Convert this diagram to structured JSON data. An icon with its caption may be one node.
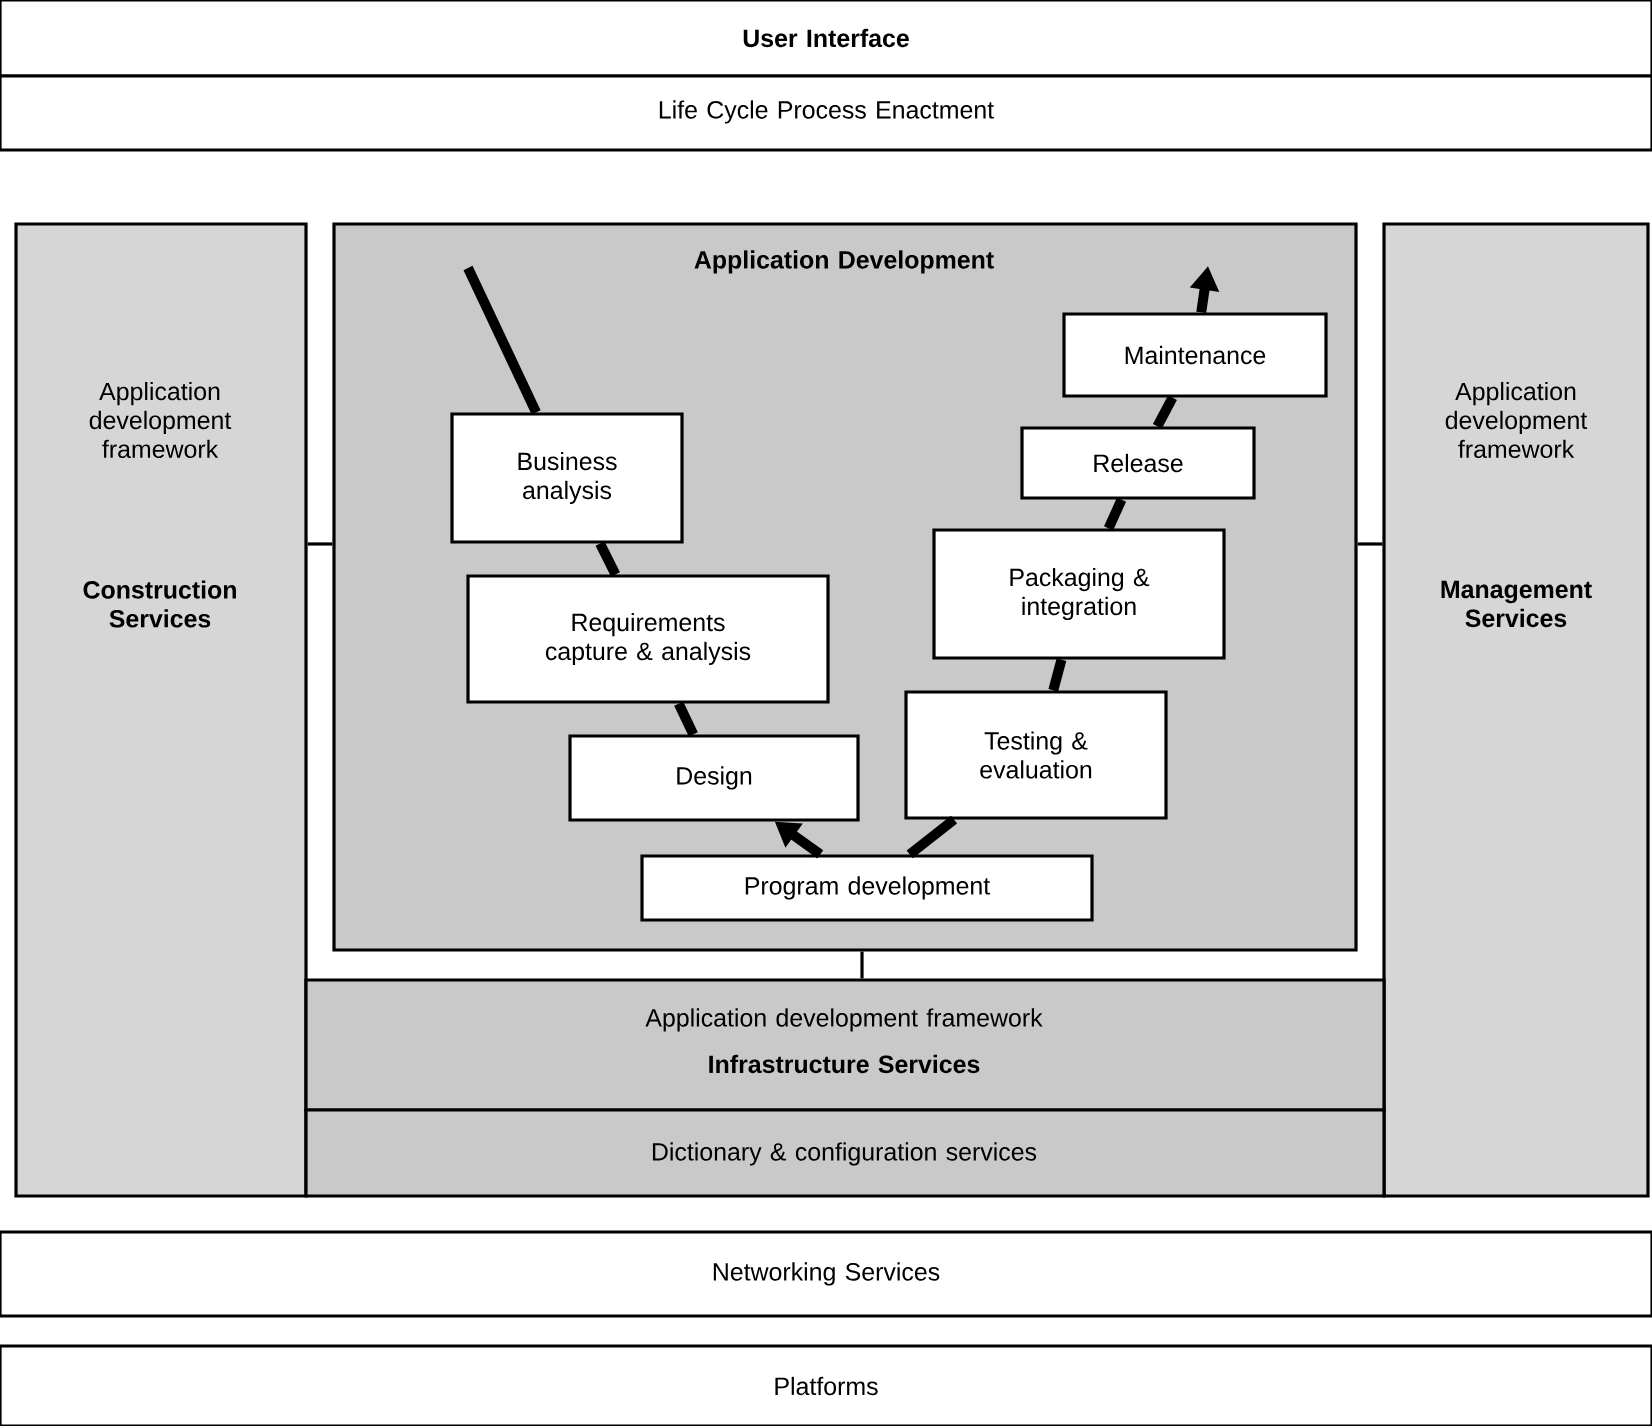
{
  "diagram": {
    "nodes": [
      {
        "text": [
          "User Interface"
        ]
      },
      {
        "text": [
          "Life Cycle Process Enactment"
        ]
      },
      {
        "text": [
          "Application development framework",
          "Construction Services"
        ]
      },
      {
        "text": [
          "Application Development"
        ]
      },
      {
        "text": [
          "Application development framework",
          "Management Services"
        ]
      },
      {
        "text": [
          "Application development framework",
          "Infrastructure Services"
        ]
      },
      {
        "text": [
          "Dictionary & configuration services"
        ]
      },
      {
        "text": [
          "Networking Services"
        ]
      },
      {
        "text": [
          "Platforms"
        ]
      },
      {
        "text": [
          "Business analysis"
        ],
        "in": 3
      },
      {
        "text": [
          "Requirements capture & analysis"
        ],
        "in": 3
      },
      {
        "text": [
          "Design"
        ],
        "in": 3
      },
      {
        "text": [
          "Program development"
        ],
        "in": 3
      },
      {
        "text": [
          "Testing & evaluation"
        ],
        "in": 3
      },
      {
        "text": [
          "Packaging & integration"
        ],
        "in": 3
      },
      {
        "text": [
          "Release"
        ],
        "in": 3
      },
      {
        "text": [
          "Maintenance"
        ],
        "in": 3
      }
    ],
    "edges": [
      {
        "from": null,
        "to": 9,
        "arrow": "none"
      },
      {
        "from": 9,
        "to": 10,
        "arrow": "none"
      },
      {
        "from": 10,
        "to": 11,
        "arrow": "none"
      },
      {
        "from": 12,
        "to": 11,
        "arrow": "to"
      },
      {
        "from": 12,
        "to": 13,
        "arrow": "none"
      },
      {
        "from": 13,
        "to": 14,
        "arrow": "none"
      },
      {
        "from": 14,
        "to": 15,
        "arrow": "none"
      },
      {
        "from": 15,
        "to": 16,
        "arrow": "none"
      },
      {
        "from": 16,
        "to": null,
        "arrow": "to"
      },
      {
        "from": 2,
        "to": 3,
        "arrow": "none"
      },
      {
        "from": 3,
        "to": 4,
        "arrow": "none"
      },
      {
        "from": 3,
        "to": 5,
        "arrow": "none"
      }
    ]
  }
}
